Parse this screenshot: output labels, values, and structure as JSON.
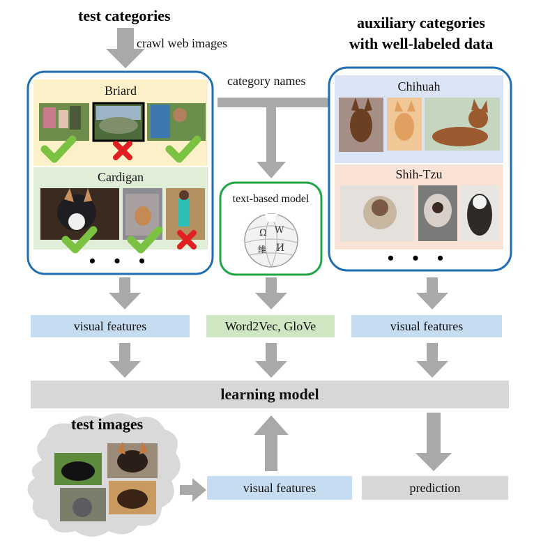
{
  "header": {
    "test_categories": "test categories",
    "crawl_web_images": "crawl web images",
    "aux_line1": "auxiliary categories",
    "aux_line2": "with well-labeled data",
    "category_names": "category names"
  },
  "left_panel": {
    "cat1": "Briard",
    "cat2": "Cardigan",
    "ellipsis": "• • •"
  },
  "middle_panel": {
    "title": "text-based model",
    "globe_glyphs": [
      "Ω",
      "W",
      "И",
      "維"
    ]
  },
  "right_panel": {
    "cat1": "Chihuah",
    "cat2": "Shih-Tzu",
    "ellipsis": "• • •"
  },
  "features": {
    "left": "visual features",
    "middle": "Word2Vec, GloVe",
    "right": "visual features"
  },
  "learning_model": "learning model",
  "bottom": {
    "test_images": "test images",
    "visual_features": "visual features",
    "prediction": "prediction"
  },
  "colors": {
    "panel_border_blue": "#1f6db3",
    "panel_border_green": "#22a544",
    "band_yellow": "#fbf0c8",
    "band_green": "#e0eed8",
    "band_blue": "#dbe4f4",
    "band_peach": "#f9e2d6",
    "feature_blue": "#c6dcf0",
    "feature_green": "#cfe6c2",
    "gray_box": "#d7d7d7",
    "arrow_gray": "#a9a9a9",
    "check_green": "#7cc242",
    "cross_red": "#e02020",
    "cloud_gray": "#d9d9d9"
  }
}
